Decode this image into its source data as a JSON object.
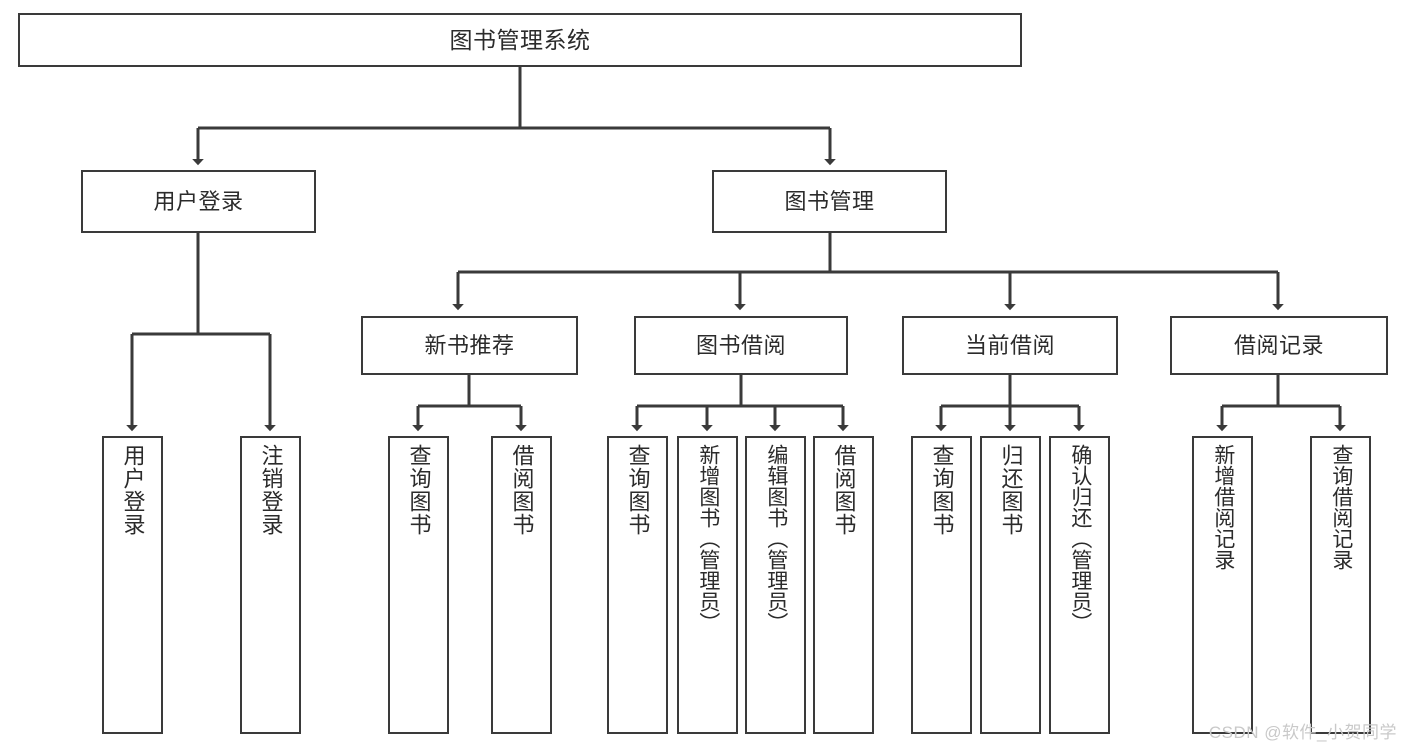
{
  "diagram": {
    "title": "图书管理系统",
    "type": "tree",
    "watermark": "CSDN @软件_小贺同学",
    "style": {
      "line_color": "#3a3a3a",
      "box_border": "#3a3a3a",
      "box_fill": "#ffffff",
      "text_color": "#2b2b2b",
      "background": "#ffffff"
    },
    "nodes": {
      "root": {
        "label": "图书管理系统"
      },
      "level2": [
        {
          "id": "user-login",
          "label": "用户登录"
        },
        {
          "id": "book-manage",
          "label": "图书管理"
        }
      ],
      "level3": [
        {
          "id": "new-book-recommend",
          "label": "新书推荐"
        },
        {
          "id": "book-borrow",
          "label": "图书借阅"
        },
        {
          "id": "current-borrow",
          "label": "当前借阅"
        },
        {
          "id": "borrow-record",
          "label": "借阅记录"
        }
      ],
      "leaves": {
        "user-login": [
          {
            "id": "leaf-user-login",
            "label": "用户登录"
          },
          {
            "id": "leaf-logout-login",
            "label": "注销登录"
          }
        ],
        "new-book-recommend": [
          {
            "id": "leaf-query-book-1",
            "label": "查询图书"
          },
          {
            "id": "leaf-borrow-book-1",
            "label": "借阅图书"
          }
        ],
        "book-borrow": [
          {
            "id": "leaf-query-book-2",
            "label": "查询图书"
          },
          {
            "id": "leaf-add-book",
            "label": "新增图书（管理员）"
          },
          {
            "id": "leaf-edit-book",
            "label": "编辑图书（管理员）"
          },
          {
            "id": "leaf-borrow-book-2",
            "label": "借阅图书"
          }
        ],
        "current-borrow": [
          {
            "id": "leaf-query-book-3",
            "label": "查询图书"
          },
          {
            "id": "leaf-return-book",
            "label": "归还图书"
          },
          {
            "id": "leaf-confirm-return",
            "label": "确认归还（管理员）"
          }
        ],
        "borrow-record": [
          {
            "id": "leaf-add-record",
            "label": "新增借阅记录"
          },
          {
            "id": "leaf-query-record",
            "label": "查询借阅记录"
          }
        ]
      }
    }
  }
}
